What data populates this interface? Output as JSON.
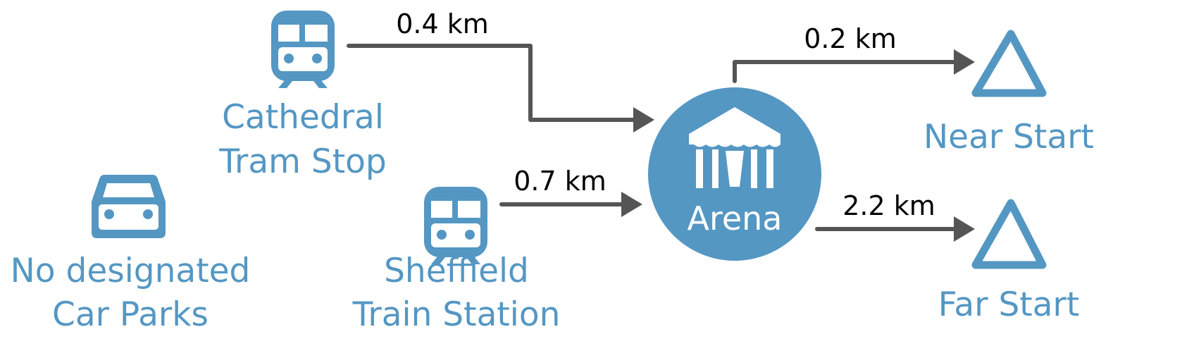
{
  "colors": {
    "node": "#5497c3",
    "edge": "#555555",
    "text": "#000000"
  },
  "nodes": {
    "tram": {
      "icon": "tram-icon",
      "line1": "Cathedral",
      "line2": "Tram Stop"
    },
    "train": {
      "icon": "train-icon",
      "line1": "Sheffield",
      "line2": "Train Station"
    },
    "car": {
      "icon": "car-icon",
      "line1": "No designated",
      "line2": "Car Parks"
    },
    "arena": {
      "icon": "circus-tent-icon",
      "label": "Arena"
    },
    "near": {
      "icon": "triangle-icon",
      "label": "Near Start"
    },
    "far": {
      "icon": "triangle-icon",
      "label": "Far Start"
    }
  },
  "edges": {
    "tram_arena": "0.4 km",
    "train_arena": "0.7 km",
    "arena_near": "0.2 km",
    "arena_far": "2.2 km"
  }
}
